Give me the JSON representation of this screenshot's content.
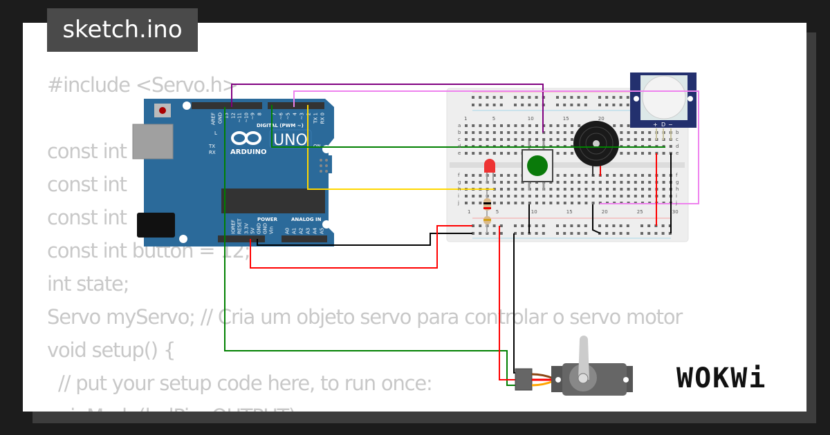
{
  "title": "sketch.ino",
  "code_lines": [
    "#include <Servo.h>",
    "",
    "const int",
    "const int",
    "const int",
    "const int button = 12;",
    "int state;",
    "Servo myServo; // Cria um objeto servo para controlar o servo motor",
    "void setup() {",
    "  // put your setup code here, to run once:",
    "  pinMode(ledPin, OUTPUT);"
  ],
  "arduino": {
    "brand": "ARDUINO",
    "model": "UNO",
    "digital_label": "DIGITAL (PWM ~)",
    "power_label": "POWER",
    "analog_label": "ANALOG IN",
    "on_label": "ON",
    "led_labels": [
      "L",
      "TX",
      "RX"
    ],
    "top_pins": [
      "AREF",
      "GND",
      "13",
      "12",
      "~11",
      "~10",
      "~9",
      "8",
      "7",
      "~6",
      "~5",
      "4",
      "~3",
      "2",
      "TX 1",
      "RX 0"
    ],
    "bottom_pins": [
      "IOREF",
      "RESET",
      "3.3V",
      "5V",
      "GND",
      "GND",
      "Vin",
      "A0",
      "A1",
      "A2",
      "A3",
      "A4",
      "A5"
    ]
  },
  "breadboard": {
    "column_numbers": [
      "1",
      "5",
      "10",
      "15",
      "20",
      "25",
      "30"
    ],
    "row_letters_top": [
      "a",
      "b",
      "c",
      "d",
      "e"
    ],
    "row_letters_bottom": [
      "f",
      "g",
      "h",
      "i",
      "j"
    ]
  },
  "pir": {
    "pin_labels": [
      "+",
      "D",
      "−"
    ]
  },
  "wire_colors": {
    "purple": "#800080",
    "pink": "#ee82ee",
    "yellow": "#ffd700",
    "green": "#008000",
    "black": "#000000",
    "red": "#ff0000"
  },
  "logo": "WOKWi"
}
